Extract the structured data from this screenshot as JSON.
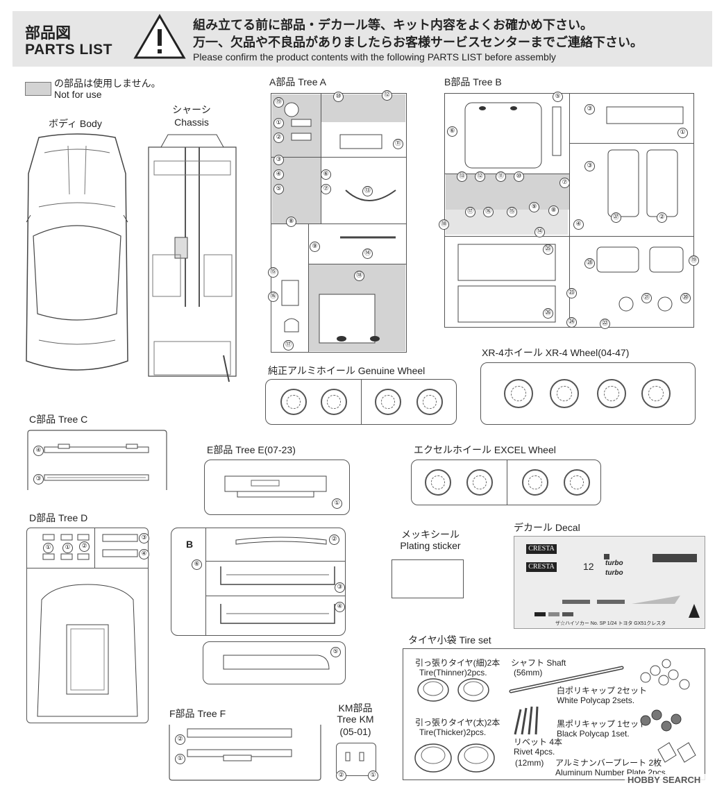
{
  "header": {
    "title_jp": "部品図",
    "title_en": "PARTS LIST",
    "line1": "組み立てる前に部品・デカール等、キット内容をよくお確かめ下さい。",
    "line2": "万一、欠品や不良品がありましたらお客様サービスセンターまでご連絡下さい。",
    "line3": "Please confirm the product contents with the following PARTS LIST before assembly",
    "warning_icon": "warning-triangle-icon"
  },
  "legend": {
    "jp": "の部品は使用しません。",
    "en": "Not for use",
    "color": "#d3d3d3"
  },
  "body": {
    "label": "ボディ Body"
  },
  "chassis": {
    "label_jp": "シャーシ",
    "label_en": "Chassis"
  },
  "tree_a": {
    "label": "A部品 Tree A",
    "numbers": [
      "⑲",
      "①",
      "②",
      "③",
      "④",
      "⑤",
      "⑥",
      "⑦",
      "⑧",
      "⑨",
      "⑩",
      "⑪",
      "⑫",
      "⑬",
      "⑭",
      "⑮",
      "⑯",
      "⑰",
      "⑱"
    ]
  },
  "tree_b": {
    "label": "B部品 Tree B",
    "numbers": [
      "⑤",
      "③",
      "①",
      "⑥",
      "③",
      "⑬",
      "⑫",
      "⑪",
      "⑩",
      "⑦",
      "⑨",
      "⑧",
      "⑰",
      "⑯",
      "⑮",
      "⑱",
      "⑭",
      "④",
      "㉗",
      "②",
      "㉕",
      "㉘",
      "⑲",
      "㉓",
      "㉑",
      "⑳",
      "㉖",
      "㉔",
      "㉒"
    ]
  },
  "genuine_wheel": {
    "label": "純正アルミホイール Genuine Wheel"
  },
  "xr4_wheel": {
    "label": "XR-4ホイール XR-4 Wheel(04-47)"
  },
  "tree_c": {
    "label": "C部品 Tree C",
    "numbers": [
      "④",
      "③"
    ]
  },
  "tree_e": {
    "label": "E部品 Tree E(07-23)",
    "numbers": [
      "①"
    ]
  },
  "excel_wheel": {
    "label": "エクセルホイール EXCEL  Wheel"
  },
  "tree_d": {
    "label": "D部品 Tree D",
    "numbers": [
      "①",
      "①",
      "②",
      "③",
      "④"
    ]
  },
  "tree_e2": {
    "numbers": [
      "⑥",
      "②",
      "③",
      "④",
      "⑤"
    ],
    "letter": "B"
  },
  "plating": {
    "label_jp": "メッキシール",
    "label_en": "Plating sticker"
  },
  "decal": {
    "label": "デカール Decal",
    "brand1": "CRESTA",
    "brand2": "CRESTA",
    "num12": "12",
    "turbo1": "turbo",
    "turbo2": "turbo",
    "footer": "ザ☆ハイソカー No. SP 1/24 トヨタ GX51クレスタ"
  },
  "tree_f": {
    "label": "F部品 Tree F",
    "numbers": [
      "②",
      "①"
    ]
  },
  "tree_km": {
    "label1": "KM部品",
    "label2": "Tree KM",
    "label3": "(05-01)",
    "numbers": [
      "②",
      "①"
    ]
  },
  "tire_set": {
    "label": "タイヤ小袋 Tire set",
    "thin_jp": "引っ張りタイヤ(細)2本",
    "thin_en": "Tire(Thinner)2pcs.",
    "thick_jp": "引っ張りタイヤ(太)2本",
    "thick_en": "Tire(Thicker)2pcs.",
    "shaft1": "シャフト Shaft",
    "shaft2": "(56mm)",
    "white1": "白ポリキャップ 2セット",
    "white2": "White Polycap 2sets.",
    "black1": "黒ポリキャップ 1セット",
    "black2": "Black Polycap 1set.",
    "rivet1": "リベット 4本",
    "rivet2": "Rivet 4pcs.",
    "rivet3": "(12mm)",
    "plate1": "アルミナンバープレート 2枚",
    "plate2": "Aluminum Number Plate 2pcs."
  },
  "watermark": "HOBBY SEARCH"
}
